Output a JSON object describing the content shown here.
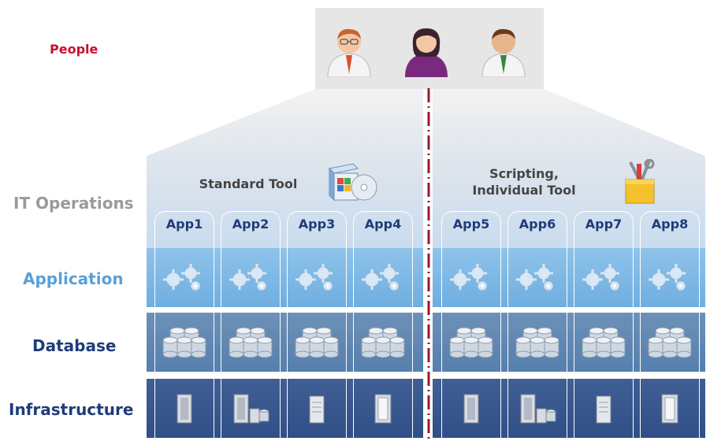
{
  "people": {
    "label": "People",
    "avatars": [
      {
        "icon": "man-glasses-red-hair-icon",
        "color": "#d9502f"
      },
      {
        "icon": "woman-purple-icon",
        "color": "#7a2a7e"
      },
      {
        "icon": "man-green-tie-icon",
        "color": "#2e8b3a"
      }
    ]
  },
  "layers": {
    "it_operations": "IT Operations",
    "application": "Application",
    "database": "Database",
    "infrastructure": "Infrastructure"
  },
  "groups": {
    "left": {
      "title_line1": "Standard Tool",
      "title_line2": "",
      "icon": "software-box-cd-icon"
    },
    "right": {
      "title_line1": "Scripting,",
      "title_line2": "Individual Tool",
      "icon": "toolbox-icon"
    }
  },
  "apps": [
    "App1",
    "App2",
    "App3",
    "App4",
    "App5",
    "App6",
    "App7",
    "App8"
  ],
  "colors": {
    "people_label": "#c8102e",
    "it_operations_label": "#9a9a9a",
    "application_label": "#5aa0d8",
    "database_label": "#1f3c7a",
    "infrastructure_label": "#1f3c7a",
    "divider": "#9b1b2a"
  }
}
